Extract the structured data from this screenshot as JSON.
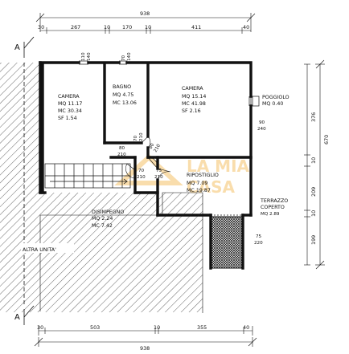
{
  "section_marks": {
    "top": "A",
    "bottom": "A"
  },
  "dims_top": {
    "total": "938",
    "parts": [
      "30",
      "267",
      "10",
      "170",
      "10",
      "411",
      "40"
    ]
  },
  "dims_bottom": {
    "total": "938",
    "parts": [
      "30",
      "503",
      "10",
      "355",
      "40"
    ]
  },
  "dims_right": {
    "total": "670",
    "parts": [
      "376",
      "10",
      "209",
      "10",
      "199"
    ]
  },
  "rooms": {
    "camera_left": {
      "name": "CAMERA",
      "mq": "MQ 11.17",
      "mc": "MC 30.34",
      "sf": "SF 1.54"
    },
    "bagno": {
      "name": "BAGNO",
      "mq": "MQ 4.75",
      "mc": "MC 13.06"
    },
    "camera_right": {
      "name": "CAMERA",
      "mq": "MQ 15.14",
      "mc": "MC 41.98",
      "sf": "SF 2.16"
    },
    "poggiolo": {
      "name": "POGGIOLO",
      "mq": "MQ 0.40"
    },
    "ripostiglio": {
      "name": "RIPOSTIGLIO",
      "mq": "MQ 7.09",
      "mc": "MC 19.87"
    },
    "disimpegno": {
      "name": "DISIMPEGNO",
      "mq": "MQ 2.24",
      "mc": "MC 7.42"
    },
    "terrazzo": {
      "name1": "TERRAZZO",
      "name2": "COPERTO",
      "mq": "MQ 2.89"
    },
    "altra_unita": {
      "name": "ALTRA UNITA'"
    }
  },
  "openings": {
    "w1a": "110",
    "w1b": "140",
    "w2a": "70",
    "w2b": "140",
    "door_bagno_a": "70",
    "door_bagno_b": "210",
    "door_cam_l_a": "80",
    "door_cam_l_b": "210",
    "door_cam_r_a": "80",
    "door_cam_r_b": "210",
    "door_disimp_a": "75",
    "door_disimp_b": "210",
    "pog_a": "90",
    "pog_b": "240",
    "ter_a": "75",
    "ter_b": "220",
    "rip_a": "70",
    "rip_b": "210"
  },
  "watermark": {
    "line1": "LA MIA",
    "line2": "CASA"
  },
  "colors": {
    "ink": "#111111",
    "watermark": "#f2b64a"
  }
}
